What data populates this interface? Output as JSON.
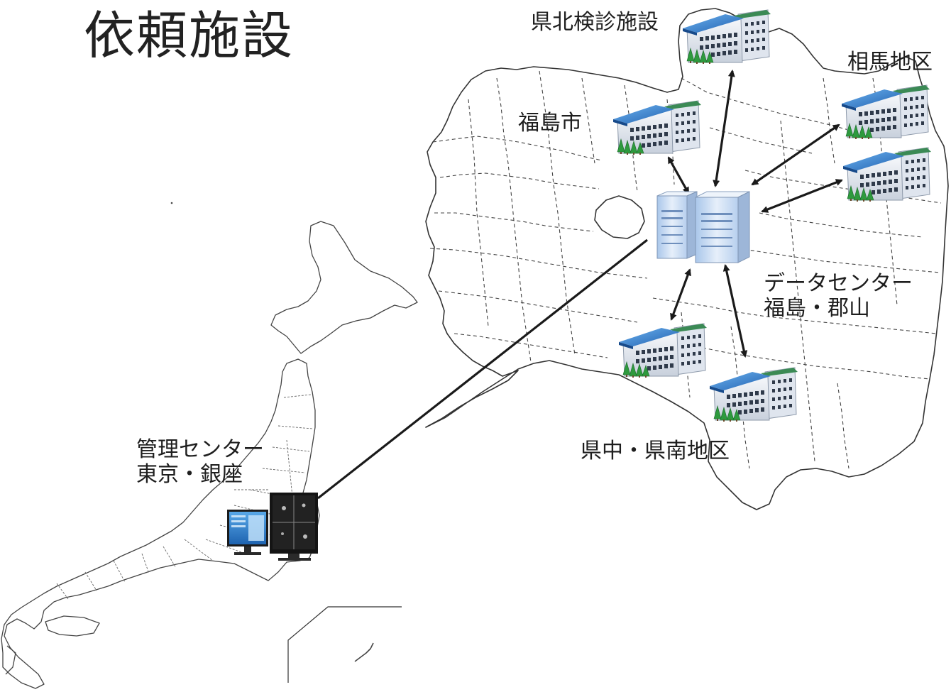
{
  "title": "依頼施設",
  "labels": {
    "kenpoku": "県北検診施設",
    "soma": "相馬地区",
    "fukushima_city": "福島市",
    "datacenter_line1": "データセンター",
    "datacenter_line2": "福島・郡山",
    "kenchu": "県中・県南地区",
    "mgmt_line1": "管理センター",
    "mgmt_line2": "東京・銀座"
  },
  "icons": {
    "hospital": "hospital-building-icon",
    "server": "server-tower-icon",
    "monitor": "workstation-monitor-icon"
  },
  "colors": {
    "building_roof": "#2f6fb8",
    "building_wall": "#e8edf5",
    "server_body": "#cfe0f4",
    "line": "#1a1a1a",
    "border_dashed": "#333333"
  }
}
